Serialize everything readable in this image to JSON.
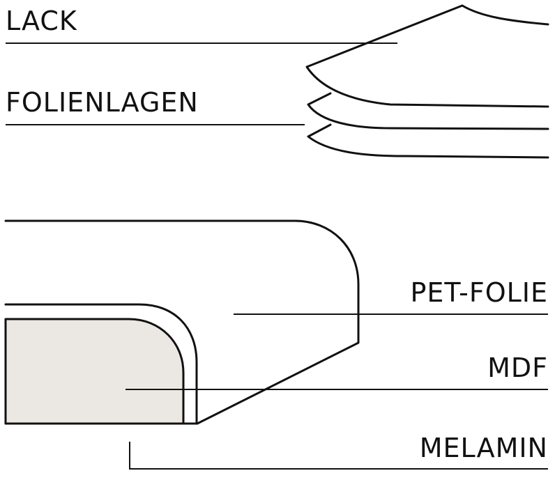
{
  "labels": {
    "lack": "LACK",
    "folienlagen": "FOLIENLAGEN",
    "pet_folie": "PET-FOLIE",
    "mdf": "MDF",
    "melamin": "MELAMIN"
  },
  "colors": {
    "line": "#111111",
    "mdf_fill": "#ebe7e3",
    "background": "#ffffff"
  }
}
